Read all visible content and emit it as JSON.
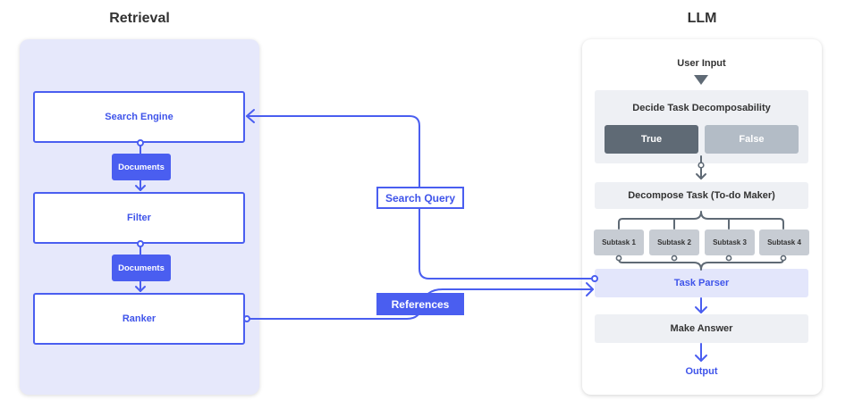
{
  "headings": {
    "retrieval": "Retrieval",
    "llm": "LLM"
  },
  "retrieval": {
    "search_engine": "Search Engine",
    "documents_1": "Documents",
    "filter": "Filter",
    "documents_2": "Documents",
    "ranker": "Ranker"
  },
  "connectors": {
    "search_query": "Search Query",
    "references": "References"
  },
  "llm": {
    "user_input": "User Input",
    "decide": "Decide Task Decomposability",
    "true_label": "True",
    "false_label": "False",
    "decompose": "Decompose Task (To-do Maker)",
    "subtasks": [
      "Subtask 1",
      "Subtask 2",
      "Subtask 3",
      "Subtask 4"
    ],
    "task_parser": "Task Parser",
    "make_answer": "Make Answer",
    "output": "Output"
  },
  "colors": {
    "accent": "#4a5ef0",
    "retrieval_bg": "#e6e8fb",
    "true_bg": "#5f6a75",
    "false_bg": "#b3bcc6",
    "subtask_bg": "#c7ccd3",
    "parser_bg": "#e3e6fb",
    "row_bg": "#eef0f4",
    "gray_line": "#5f6a75"
  }
}
